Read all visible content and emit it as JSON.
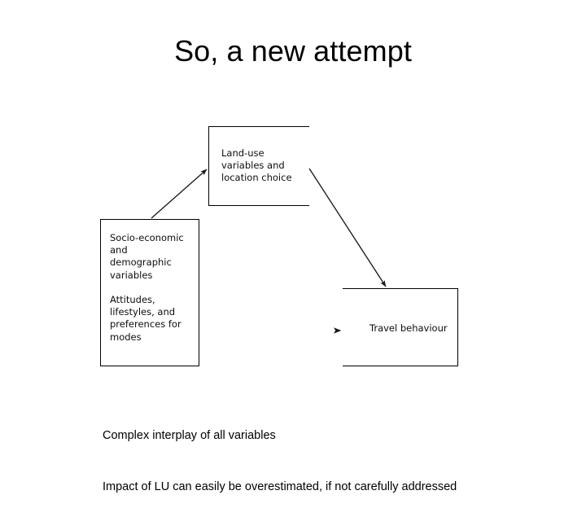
{
  "slide": {
    "title": "So, a new attempt",
    "background_color": "#ffffff",
    "text_color": "#000000"
  },
  "diagram": {
    "type": "flow-diagram",
    "boxes": [
      {
        "id": "land-use",
        "label": "Land-use\nvariables and\nlocation choice",
        "border_color": "#000000"
      },
      {
        "id": "socio-economic",
        "label": "Socio-economic\nand\ndemographic\nvariables\n\nAttitudes,\nlifestyles, and\npreferences for\nmodes",
        "border_color": "#000000"
      },
      {
        "id": "travel-behaviour",
        "label": "Travel behaviour",
        "border_color": "#000000"
      }
    ],
    "arrows": [
      {
        "id": "socio-to-landuse",
        "from": "socio-economic",
        "to": "land-use",
        "direction": "up-right",
        "color": "#1a1a1a"
      },
      {
        "id": "landuse-to-travel",
        "from": "land-use",
        "to": "travel-behaviour",
        "direction": "down-right",
        "color": "#1a1a1a"
      },
      {
        "id": "socio-to-travel",
        "from": "socio-economic",
        "to": "travel-behaviour",
        "direction": "right",
        "color": "#c8c8c8"
      }
    ]
  },
  "caption": {
    "line1": "Complex interplay of all variables",
    "line2": "Impact of LU can easily be overestimated, if not carefully addressed"
  }
}
